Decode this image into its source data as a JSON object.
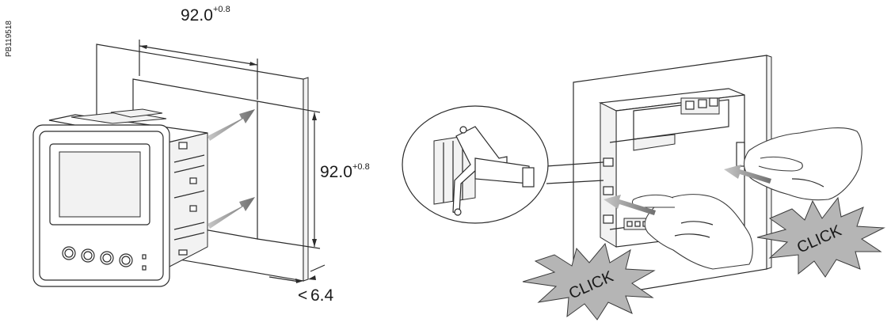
{
  "document_code": "PB119518",
  "dimensions": {
    "width": {
      "value": "92.0",
      "tolerance": "+0.8"
    },
    "height": {
      "value": "92.0",
      "tolerance": "+0.8"
    },
    "panel_thickness": {
      "prefix": "<",
      "value": "6.4"
    }
  },
  "callouts": {
    "left_click": "CLICK",
    "right_click": "CLICK"
  },
  "colors": {
    "line": "#2b2b2b",
    "arrow": "#9a9a9a",
    "burst": "#b5b5b5",
    "panel": "#ffffff"
  },
  "icons": {
    "arrow": "insertion-arrow",
    "burst": "click-burst"
  }
}
